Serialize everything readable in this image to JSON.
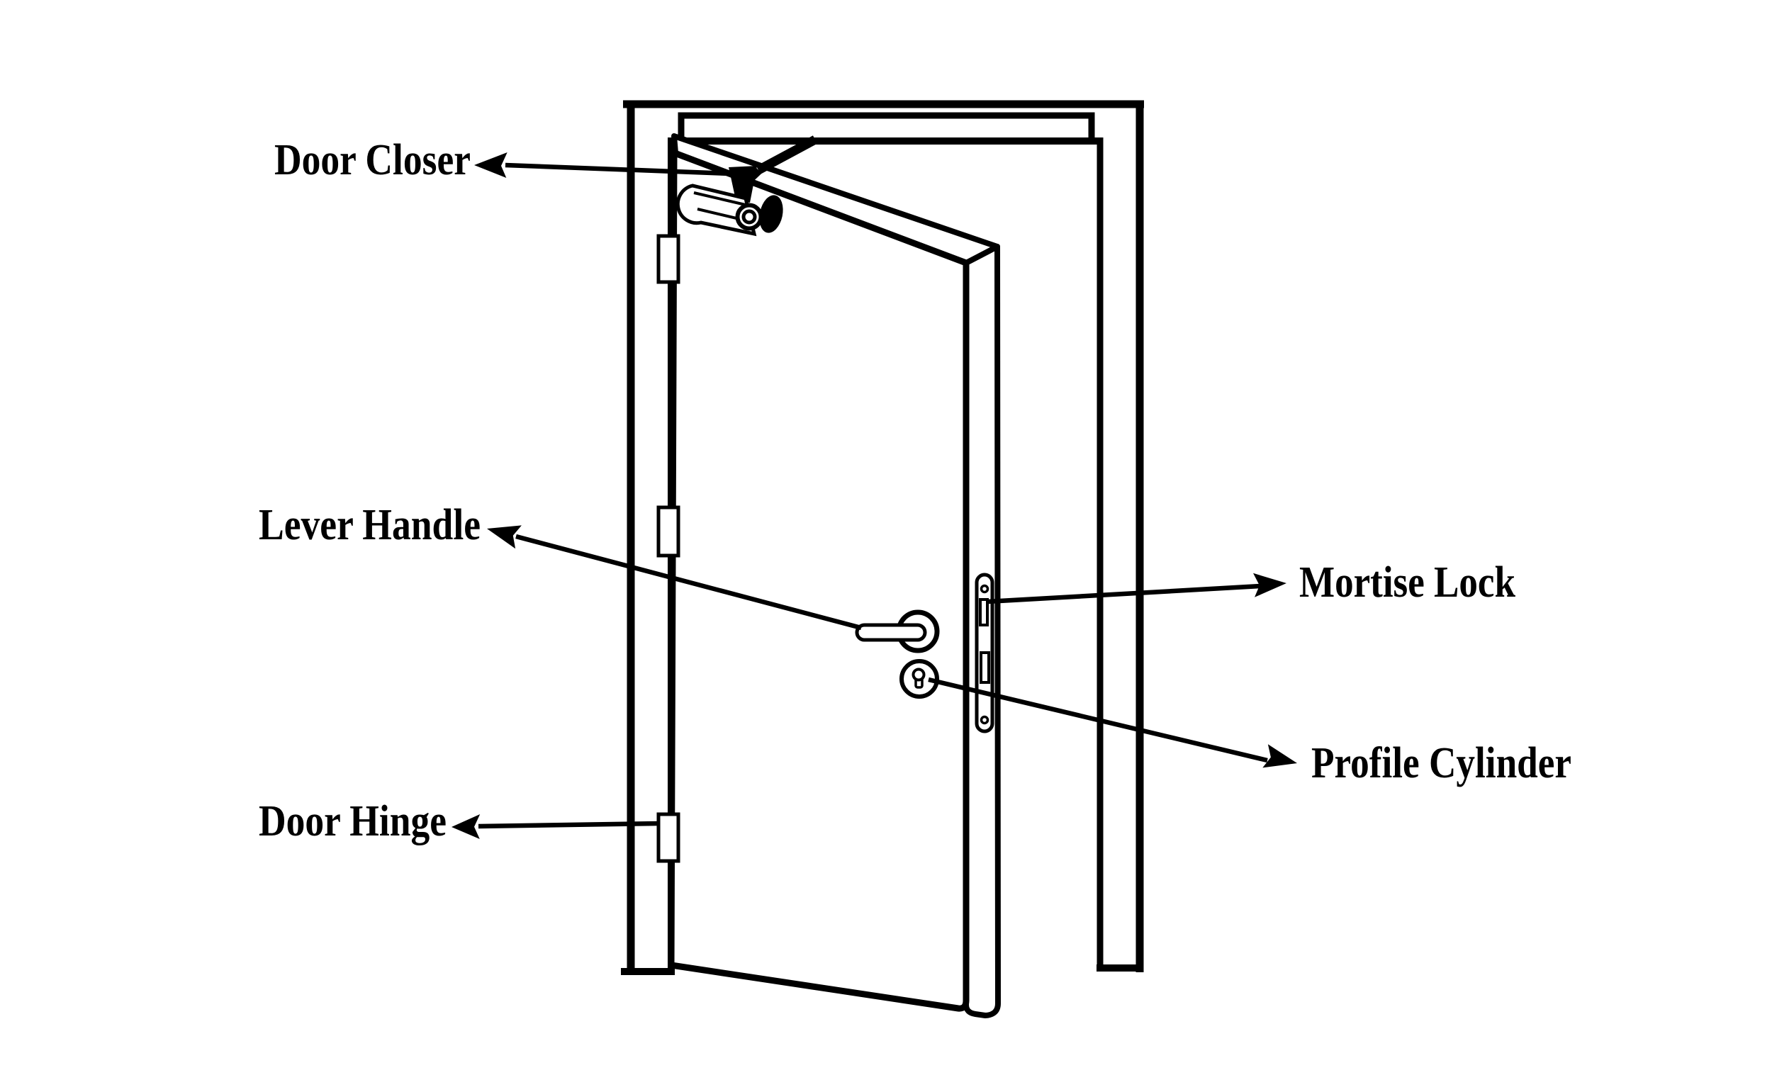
{
  "page": {
    "background": "#ffffff",
    "ink": "#000000",
    "kind": "labeled line diagram of a door and its hardware"
  },
  "diagram": {
    "subject": "door hardware anatomy",
    "components": [
      {
        "id": "door-closer",
        "label": "Door Closer",
        "arrow_points": "left, toward label"
      },
      {
        "id": "lever-handle",
        "label": "Lever Handle",
        "arrow_points": "left, toward label"
      },
      {
        "id": "door-hinge",
        "label": "Door Hinge",
        "arrow_points": "left, toward label"
      },
      {
        "id": "mortise-lock",
        "label": "Mortise Lock",
        "arrow_points": "right, toward label"
      },
      {
        "id": "profile-cylinder",
        "label": "Profile Cylinder",
        "arrow_points": "right, toward label"
      }
    ]
  }
}
